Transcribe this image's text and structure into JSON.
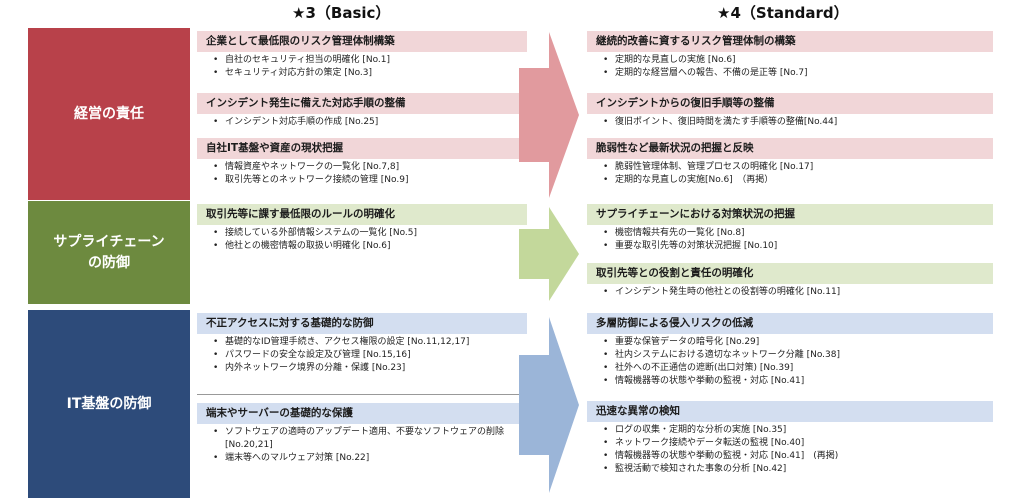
{
  "headers": {
    "basic": "★3（Basic）",
    "standard": "★4（Standard）"
  },
  "colors": {
    "management": "#b8414a",
    "supply_chain": "#6d8a3f",
    "it_infrastructure": "#2d4b7a",
    "arrow_red": "#e19a9e",
    "arrow_green": "#c3d89b",
    "arrow_blue": "#9bb5d8"
  },
  "bands": {
    "management": "経営の責任",
    "supply_chain": "サプライチェーン\nの防御",
    "it_infrastructure": "IT基盤の防御"
  },
  "basic": {
    "management": [
      {
        "title": "企業として最低限のリスク管理体制構築",
        "items": [
          "自社のセキュリティ担当の明確化 [No.1]",
          "セキュリティ対応方針の策定 [No.3]"
        ]
      },
      {
        "title": "インシデント発生に備えた対応手順の整備",
        "items": [
          "インシデント対応手順の作成 [No.25]"
        ]
      },
      {
        "title": "自社IT基盤や資産の現状把握",
        "items": [
          "情報資産やネットワークの一覧化 [No.7,8]",
          "取引先等とのネットワーク接続の管理 [No.9]"
        ]
      }
    ],
    "supply_chain": [
      {
        "title": "取引先等に課す最低限のルールの明確化",
        "items": [
          "接続している外部情報システムの一覧化 [No.5]",
          "他社との機密情報の取扱い明確化 [No.6]"
        ]
      }
    ],
    "it_infrastructure": [
      {
        "title": "不正アクセスに対する基礎的な防御",
        "items": [
          "基礎的なID管理手続き、アクセス権限の設定 [No.11,12,17]",
          "パスワードの安全な設定及び管理 [No.15,16]",
          "内外ネットワーク境界の分離・保護 [No.23]"
        ]
      },
      {
        "title": "端末やサーバーの基礎的な保護",
        "items": [
          "ソフトウェアの適時のアップデート適用、不要なソフトウェアの削除",
          "[No.20,21]",
          "端末等へのマルウェア対策 [No.22]"
        ]
      }
    ]
  },
  "standard": {
    "management": [
      {
        "title": "継続的改善に資するリスク管理体制の構築",
        "items": [
          "定期的な見直しの実施 [No.6]",
          "定期的な経営層への報告、不備の是正等 [No.7]"
        ]
      },
      {
        "title": "インシデントからの復旧手順等の整備",
        "items": [
          "復旧ポイント、復旧時間を満たす手順等の整備[No.44]"
        ]
      },
      {
        "title": "脆弱性など最新状況の把握と反映",
        "items": [
          "脆弱性管理体制、管理プロセスの明確化 [No.17]",
          "定期的な見直しの実施[No.6]　（再掲）"
        ]
      }
    ],
    "supply_chain": [
      {
        "title": "サプライチェーンにおける対策状況の把握",
        "items": [
          "機密情報共有先の一覧化 [No.8]",
          "重要な取引先等の対策状況把握 [No.10]"
        ]
      },
      {
        "title": "取引先等との役割と責任の明確化",
        "items": [
          "インシデント発生時の他社との役割等の明確化 [No.11]"
        ]
      }
    ],
    "it_infrastructure": [
      {
        "title": "多層防御による侵入リスクの低減",
        "items": [
          "重要な保管データの暗号化 [No.29]",
          "社内システムにおける適切なネットワーク分離 [No.38]",
          "社外への不正通信の遮断(出口対策) [No.39]",
          "情報機器等の状態や挙動の監視・対応 [No.41]"
        ]
      },
      {
        "title": "迅速な異常の検知",
        "items": [
          "ログの収集・定期的な分析の実施 [No.35]",
          "ネットワーク接続やデータ転送の監視 [No.40]",
          "情報機器等の状態や挙動の監視・対応 [No.41]　(再掲)",
          "監視活動で検知された事象の分析 [No.42]"
        ]
      }
    ]
  }
}
